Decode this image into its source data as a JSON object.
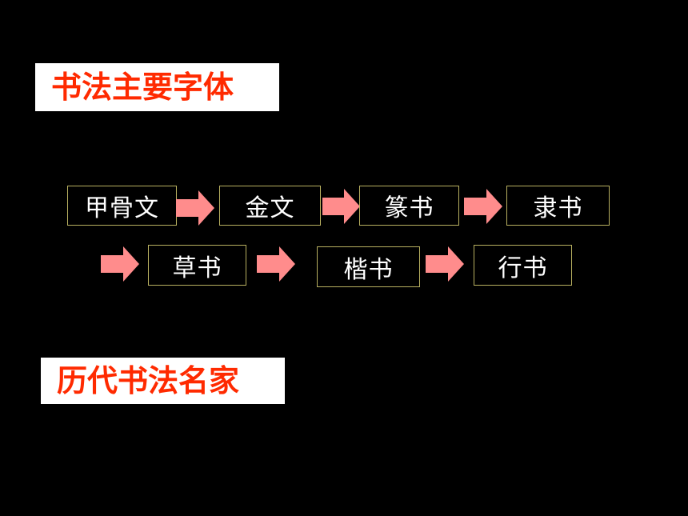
{
  "headings": {
    "main_fonts": "书法主要字体",
    "famous_calligraphers": "历代书法名家"
  },
  "script_flow": [
    {
      "label": "甲骨文"
    },
    {
      "label": "金文"
    },
    {
      "label": "篆书"
    },
    {
      "label": "隶书"
    },
    {
      "label": "草书"
    },
    {
      "label": "楷书"
    },
    {
      "label": "行书"
    }
  ],
  "colors": {
    "background": "#000000",
    "heading_text": "#ff2a00",
    "heading_bg": "#ffffff",
    "box_border": "#b8b060",
    "box_text": "#ffffff",
    "arrow_fill": "#ff8c8c"
  },
  "icons": {
    "arrow": "right-arrow-icon"
  }
}
